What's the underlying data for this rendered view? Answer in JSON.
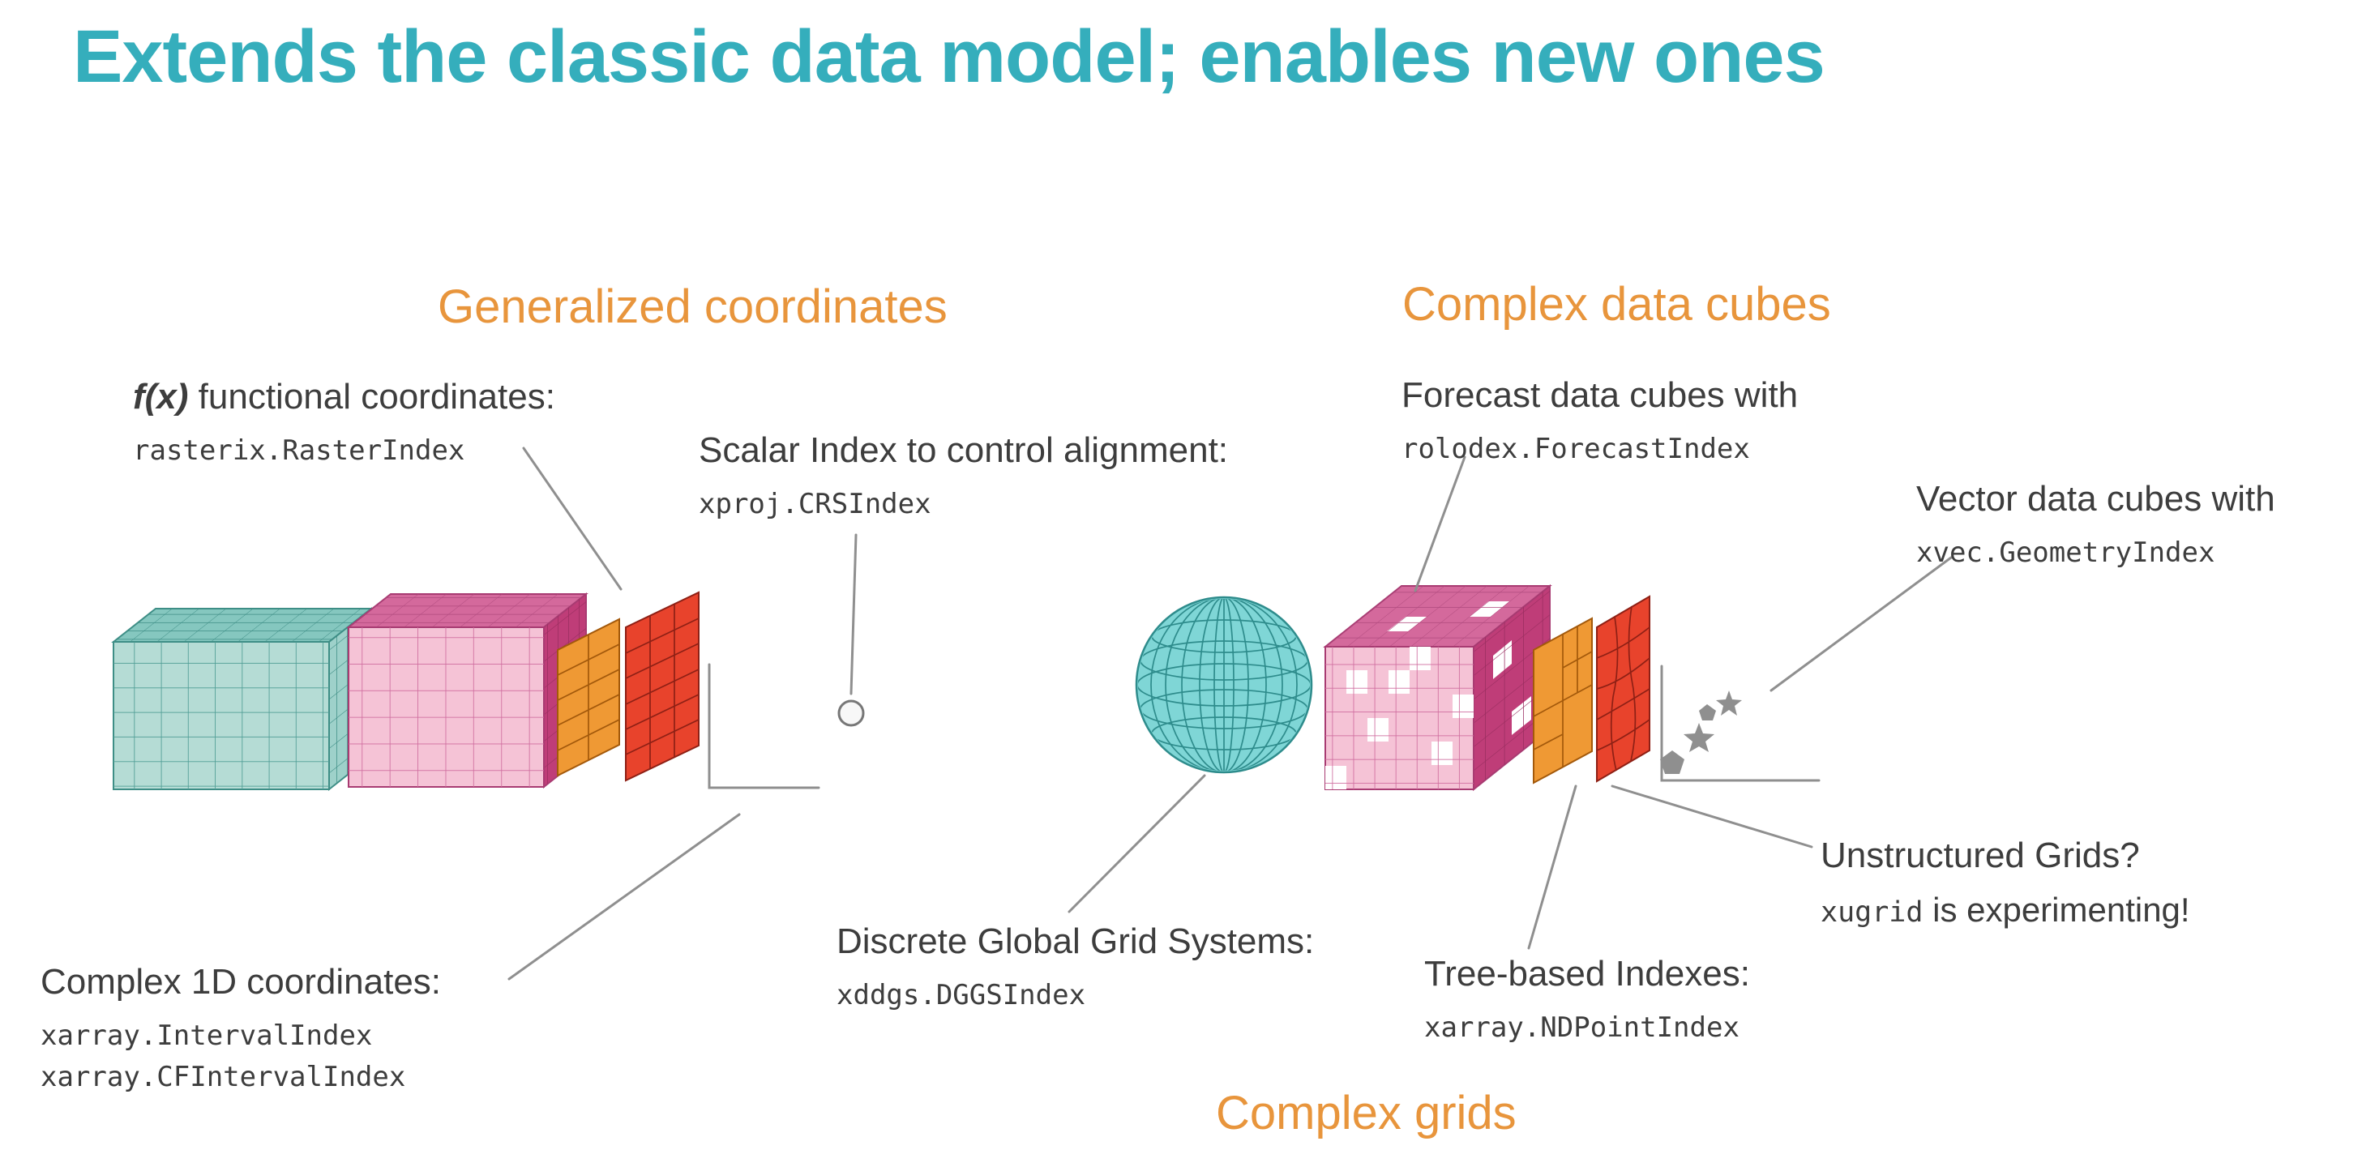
{
  "title": "Extends the classic data model; enables new ones",
  "headings": {
    "generalized": "Generalized coordinates",
    "complex_cubes": "Complex data cubes",
    "complex_grids": "Complex grids"
  },
  "labels": {
    "functional": {
      "italic": "f(x)",
      "rest": " functional coordinates:",
      "code": "rasterix.RasterIndex"
    },
    "scalar": {
      "text": "Scalar Index to control alignment:",
      "code": "xproj.CRSIndex"
    },
    "complex1d": {
      "text": "Complex 1D coordinates:",
      "code1": "xarray.IntervalIndex",
      "code2": "xarray.CFIntervalIndex"
    },
    "dggs": {
      "text": "Discrete Global Grid Systems:",
      "code": "xddgs.DGGSIndex"
    },
    "forecast": {
      "text": "Forecast data cubes with",
      "code": "rolodex.ForecastIndex"
    },
    "vector": {
      "text": "Vector data cubes with",
      "code": "xvec.GeometryIndex"
    },
    "unstructured": {
      "text": "Unstructured Grids?",
      "code": "xugrid",
      "rest": " is experimenting!"
    },
    "tree": {
      "text": "Tree-based Indexes:",
      "code": "xarray.NDPointIndex"
    }
  },
  "colors": {
    "title": "#35aebc",
    "heading": "#e8953c",
    "text": "#3d3d3d",
    "line": "#8f8f8f",
    "tealFront": "#b5dcd5",
    "tealTop": "#85c7bf",
    "tealRight": "#9ed1ca",
    "tealStroke": "#3e8e86",
    "pinkFront": "#f5c3d6",
    "pinkTop": "#d4699c",
    "pinkRight": "#bf3d78",
    "pinkStroke": "#a83b72",
    "orange": "#ef9934",
    "orangeStroke": "#a3590b",
    "red": "#e8432c",
    "redStroke": "#8e2015",
    "globeFill": "#7fd6d6",
    "globeStroke": "#2e8c8c"
  }
}
